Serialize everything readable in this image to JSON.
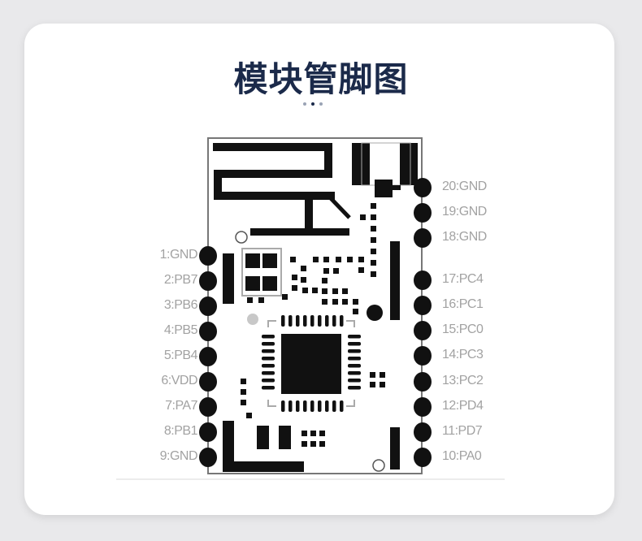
{
  "title": "模块管脚图",
  "left_pins": [
    "1:GND",
    "2:PB7",
    "3:PB6",
    "4:PB5",
    "5:PB4",
    "6:VDD",
    "7:PA7",
    "8:PB1",
    "9:GND"
  ],
  "right_pins": [
    "20:GND",
    "19:GND",
    "18:GND",
    "17:PC4",
    "16:PC1",
    "15:PC0",
    "14:PC3",
    "13:PC2",
    "12:PD4",
    "11:PD7",
    "10:PA0"
  ],
  "colors": {
    "background": "#e9e9eb",
    "card": "#ffffff",
    "title": "#1b2a4a",
    "label": "#a2a2a2",
    "silk": "#111111"
  }
}
